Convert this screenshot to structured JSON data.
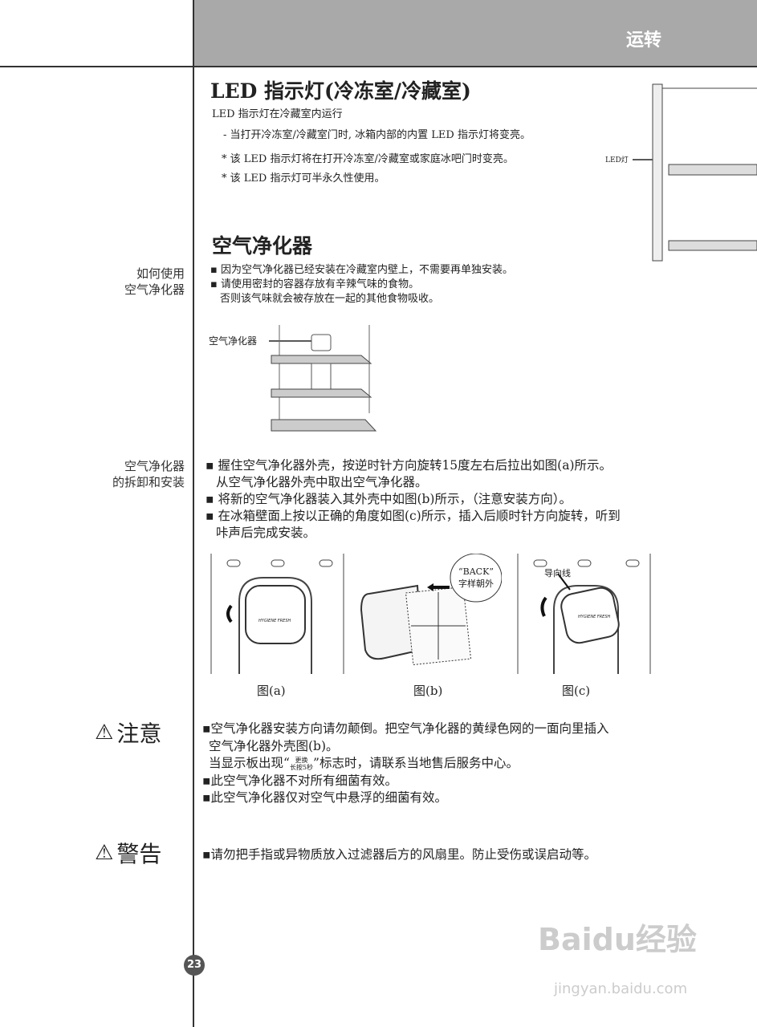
{
  "header": {
    "title": "运转"
  },
  "led": {
    "title": "LED 指示灯(冷冻室/冷藏室)",
    "intro": "LED 指示灯在冷藏室内运行",
    "lines": [
      "- 当打开冷冻室/冷藏室门时, 冰箱内部的内置 LED 指示灯将变亮。",
      "* 该 LED 指示灯将在打开冷冻室/冷藏室或家庭冰吧门时变亮。",
      "* 该 LED 指示灯可半永久性使用。"
    ],
    "figure_label": "LED灯"
  },
  "purifier": {
    "title": "空气净化器",
    "how_to_use": {
      "side_label_1": "如何使用",
      "side_label_2": "空气净化器",
      "bullets": [
        "因为空气净化器已经安装在冷藏室内壁上，不需要再单独安装。",
        "请使用密封的容器存放有辛辣气味的食物。"
      ],
      "continuation": "否则该气味就会被存放在一起的其他食物吸收。",
      "figure_label": "空气净化器"
    },
    "remove_install": {
      "side_label_1": "空气净化器",
      "side_label_2": "的拆卸和安装",
      "bullets": [
        [
          "握住空气净化器外壳，按逆时针方向旋转15度左右后拉出如图(a)所示。",
          "从空气净化器外壳中取出空气净化器。"
        ],
        [
          "将新的空气净化器装入其外壳中如图(b)所示，（注意安装方向）。"
        ],
        [
          "在冰箱壁面上按以正确的角度如图(c)所示，插入后顺时针方向旋转，听到",
          "咔声后完成安装。"
        ]
      ],
      "figures": [
        {
          "caption": "图(a)",
          "brand": "HYGIENE FRESH"
        },
        {
          "caption": "图(b)",
          "callout_1": "“BACK”",
          "callout_2": "字样朝外"
        },
        {
          "caption": "图(c)",
          "guide": "导向线",
          "brand": "HYGIENE FRESH"
        }
      ]
    }
  },
  "caution": {
    "label": "注意",
    "icon": "warning-triangle-icon",
    "line1": "空气净化器安装方向请勿颠倒。把空气净化器的黄绿色网的一面向里插入",
    "line2": "空气净化器外壳图(b)。",
    "line3_pre": "当显示板出现“",
    "line3_sym_top": "更换",
    "line3_sym_bottom": "长按5秒",
    "line3_post": "”标志时，请联系当地售后服务中心。",
    "bullets": [
      "此空气净化器不对所有细菌有效。",
      "此空气净化器仅对空气中悬浮的细菌有效。"
    ]
  },
  "warning": {
    "label": "警告",
    "icon": "warning-triangle-icon",
    "text": "请勿把手指或异物质放入过滤器后方的风扇里。防止受伤或误启动等。"
  },
  "page_number": "23",
  "watermark": {
    "logo": "Baidu经验",
    "url": "jingyan.baidu.com"
  }
}
